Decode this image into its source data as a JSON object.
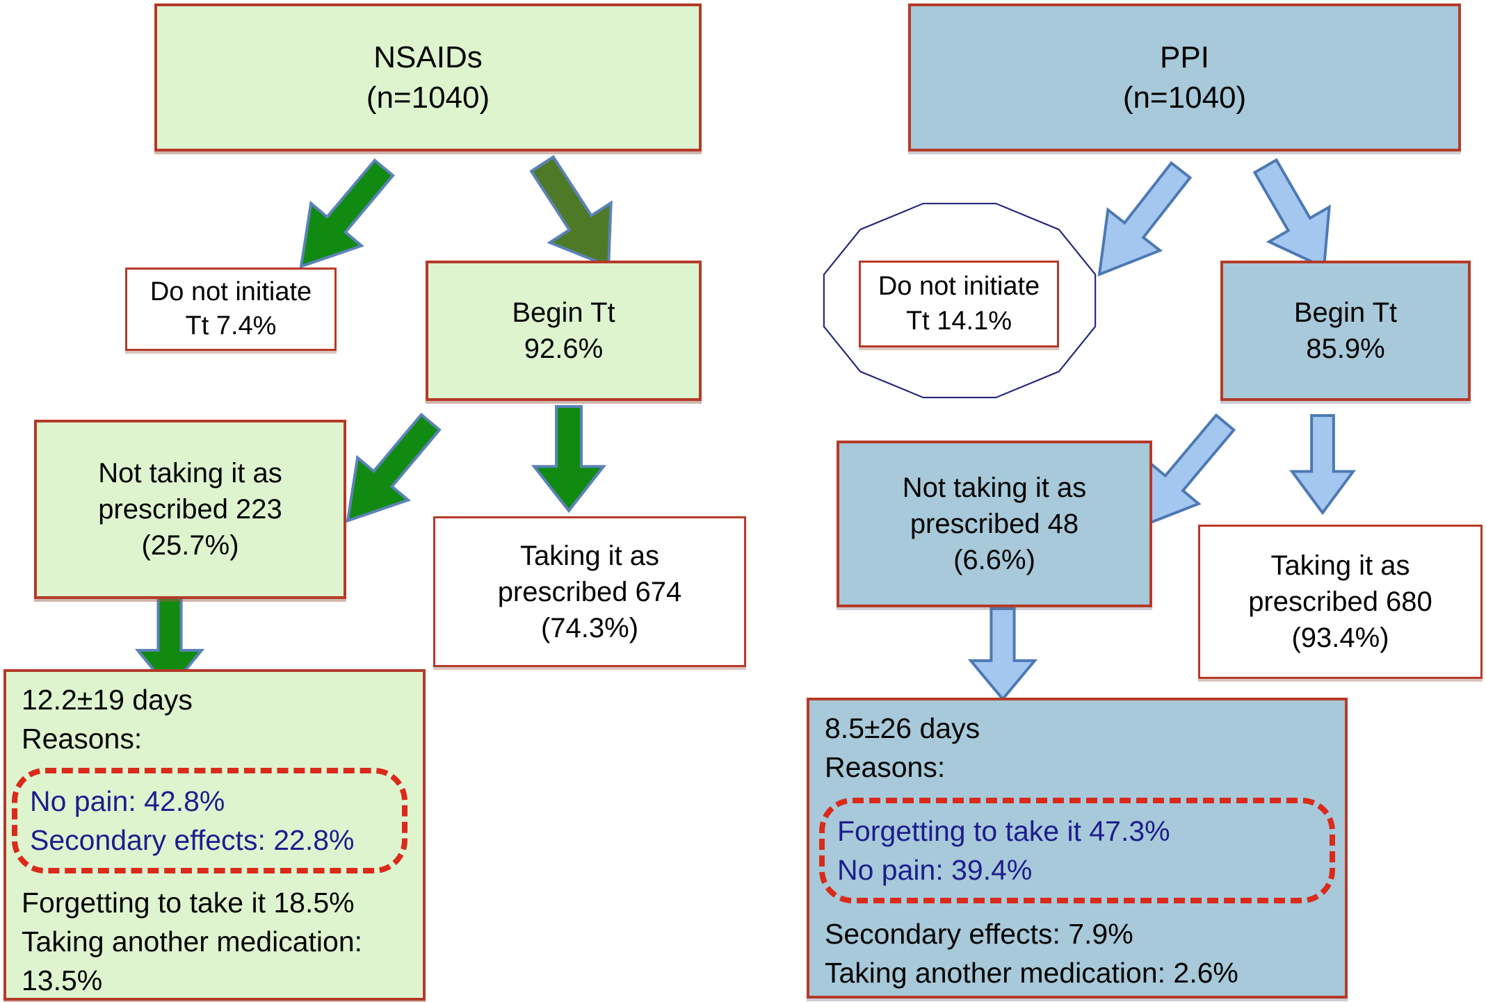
{
  "figure": {
    "type": "flow-diagram",
    "description": "Treatment initiation and adherence flowchart for NSAIDs and PPI cohorts"
  },
  "colors": {
    "green_fill": "#ddf4cf",
    "blue_fill": "#a7c9d9",
    "border_red": "#b53a28",
    "dash_red": "#da2a1b",
    "navy_text": "#1d1d8c",
    "arrow_green": "#118a11",
    "arrow_olive": "#4e7a28",
    "arrow_green_stroke": "#5b82b8",
    "arrow_blue": "#a4c7f0",
    "arrow_blue_stroke": "#4d79b3",
    "decagon_stroke": "#26267d"
  },
  "left": {
    "root": {
      "line1": "NSAIDs",
      "line2": "(n=1040)"
    },
    "no_init": {
      "line1": "Do not initiate",
      "line2": "Tt 7.4%"
    },
    "begin": {
      "line1": "Begin Tt",
      "line2": "92.6%"
    },
    "not_taking": {
      "line1": "Not taking it as",
      "line2": "prescribed 223",
      "line3": "(25.7%)"
    },
    "taking": {
      "line1": "Taking it as",
      "line2": "prescribed 674",
      "line3": "(74.3%)"
    },
    "reasons": {
      "days": "12.2±19 days",
      "label": "Reasons:",
      "highlight1": "No pain: 42.8%",
      "highlight2": "Secondary effects: 22.8%",
      "other1": "Forgetting to take it 18.5%",
      "other2": "Taking another medication: 13.5%"
    }
  },
  "right": {
    "root": {
      "line1": "PPI",
      "line2": "(n=1040)"
    },
    "no_init": {
      "line1": "Do not initiate",
      "line2": "Tt 14.1%"
    },
    "begin": {
      "line1": "Begin Tt",
      "line2": "85.9%"
    },
    "not_taking": {
      "line1": "Not taking it as",
      "line2": "prescribed 48",
      "line3": "(6.6%)"
    },
    "taking": {
      "line1": "Taking it as",
      "line2": "prescribed 680",
      "line3": "(93.4%)"
    },
    "reasons": {
      "days": "8.5±26 days",
      "label": "Reasons:",
      "highlight1": "Forgetting to take it 47.3%",
      "highlight2": "No pain: 39.4%",
      "other1": "Secondary effects: 7.9%",
      "other2": "Taking another medication: 2.6%"
    }
  }
}
